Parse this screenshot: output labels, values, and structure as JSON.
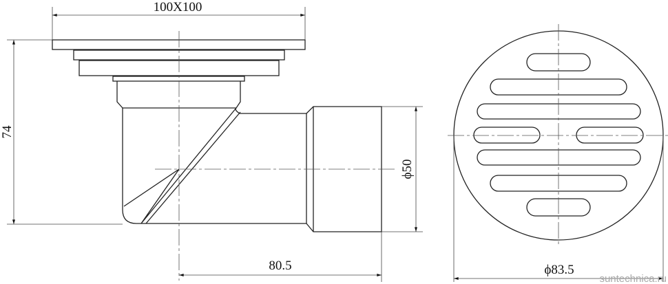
{
  "dimensions": {
    "grate_size": "100X100",
    "height": "74",
    "outlet_diameter": "ϕ50",
    "outlet_length": "80.5",
    "grate_diameter": "ϕ83.5"
  },
  "watermark": "suntechnica.ru"
}
